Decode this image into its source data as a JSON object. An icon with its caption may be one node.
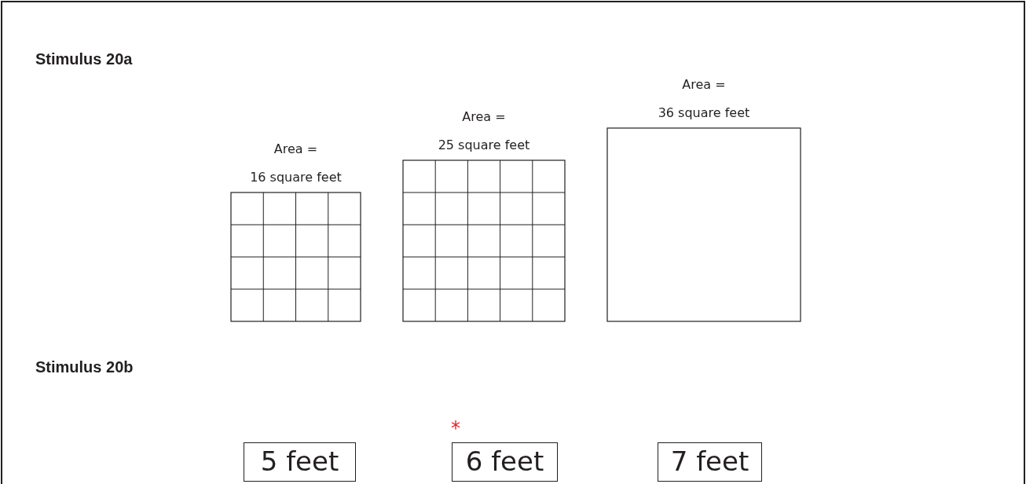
{
  "diagram": {
    "nodes": [
      {
        "text": [
          "Area =",
          "16 square feet"
        ]
      },
      {
        "text": [
          "Area =",
          "25 square feet"
        ]
      },
      {
        "text": [
          "Area =",
          "36 square feet"
        ]
      },
      {
        "text": [
          "5 feet"
        ]
      },
      {
        "text": [
          "6 feet"
        ],
        "beside": [
          "*"
        ]
      },
      {
        "text": [
          "7 feet"
        ]
      }
    ],
    "labels": [
      "Stimulus 20a",
      "Stimulus 20b"
    ]
  }
}
